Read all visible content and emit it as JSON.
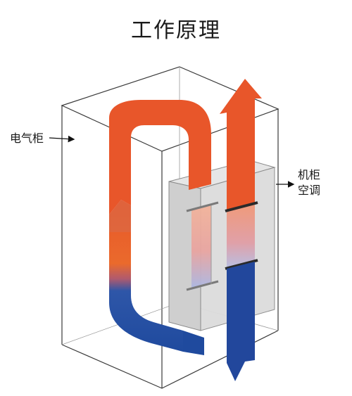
{
  "title": "工作原理",
  "labels": {
    "cabinet": "电气柜",
    "ac_line1": "机柜",
    "ac_line2": "空调"
  },
  "colors": {
    "hot_air": "#e8562a",
    "hot_air_light": "#f08a5a",
    "cold_air": "#1f4a9e",
    "cold_air_light": "#3f6fc4",
    "ac_unit": "#d8d8d8",
    "outline": "#333333"
  }
}
